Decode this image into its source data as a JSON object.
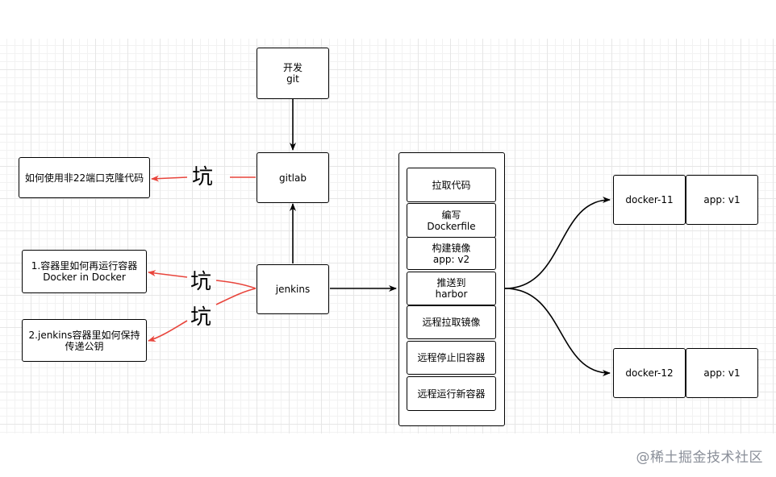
{
  "nodes": {
    "dev": {
      "line1": "开发",
      "line2": "git"
    },
    "gitlab": {
      "label": "gitlab"
    },
    "jenkins": {
      "label": "jenkins"
    },
    "issue_port22": {
      "label": "如何使用非22端口克隆代码"
    },
    "issue_dind": {
      "line1": "1.容器里如何再运行容器",
      "line2": "Docker in Docker"
    },
    "issue_key": {
      "line1": "2.jenkins容器里如何保持",
      "line2": "传递公钥"
    },
    "docker11": {
      "host": "docker-11",
      "app": "app: v1"
    },
    "docker12": {
      "host": "docker-12",
      "app": "app: v1"
    }
  },
  "pipeline": {
    "steps": [
      {
        "line1": "拉取代码"
      },
      {
        "line1": "编写",
        "line2": "Dockerfile"
      },
      {
        "line1": "构建镜像",
        "line2": "app: v2"
      },
      {
        "line1": "推送到",
        "line2": "harbor"
      },
      {
        "line1": "远程拉取镜像"
      },
      {
        "line1": "远程停止旧容器"
      },
      {
        "line1": "远程运行新容器"
      }
    ]
  },
  "pit_labels": {
    "gitlab": "坑",
    "dind": "坑",
    "key": "坑"
  },
  "colors": {
    "line": "#000000",
    "pit_arrow": "#e8453c",
    "grid": "#e6e6e6"
  },
  "watermark": "@稀土掘金技术社区"
}
